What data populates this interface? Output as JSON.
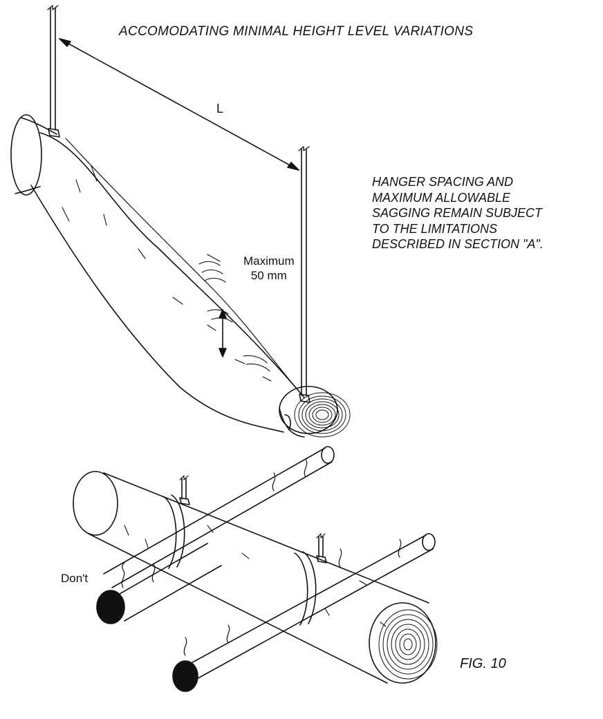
{
  "heading": "ACCOMODATING MINIMAL HEIGHT LEVEL VARIATIONS",
  "dimension_label": "L",
  "note_lines": [
    "HANGER SPACING AND",
    "MAXIMUM ALLOWABLE",
    "SAGGING REMAIN SUBJECT",
    "TO THE LIMITATIONS",
    "DESCRIBED IN SECTION \"A\"."
  ],
  "sag_label_lines": [
    "Maximum",
    "50 mm"
  ],
  "dont_label": "Don't",
  "figure_label": "FIG. 10"
}
